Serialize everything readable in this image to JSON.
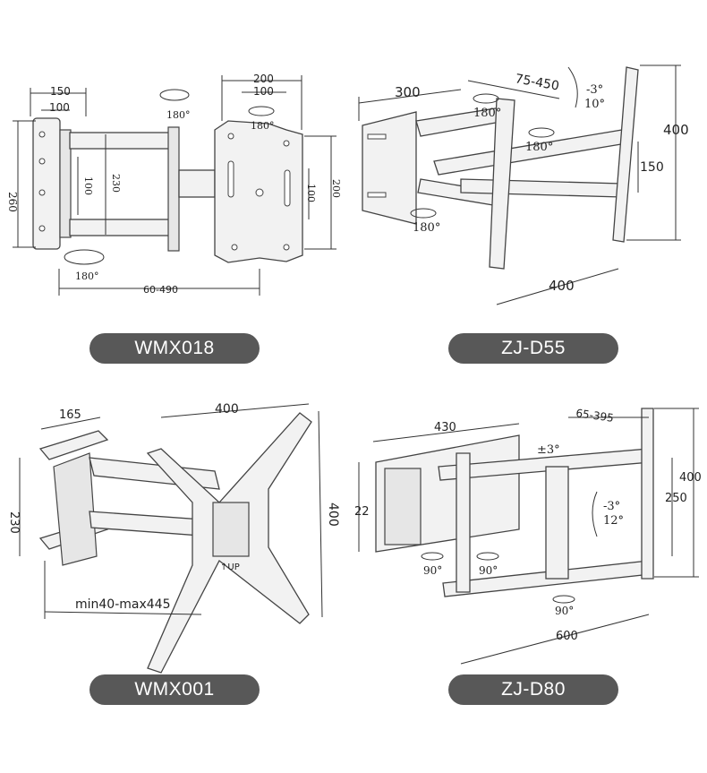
{
  "products": [
    {
      "model": "WMX018",
      "dims": {
        "d150": "150",
        "d100a": "100",
        "d260": "260",
        "d100b": "100",
        "d230": "230",
        "rot1": "180°",
        "rot2": "180°",
        "rot3": "180°",
        "d200top": "200",
        "d100top": "100",
        "d100side": "100",
        "d200side": "200",
        "reach": "60-490"
      }
    },
    {
      "model": "ZJ-D55",
      "dims": {
        "d300": "300",
        "reach": "75-450",
        "tiltUp": "-3°",
        "tiltDown": "10°",
        "rot1": "180°",
        "rot2": "180°",
        "rot3": "180°",
        "d400h": "400",
        "d150": "150",
        "d400w": "400"
      }
    },
    {
      "model": "WMX001",
      "dims": {
        "d165": "165",
        "d400w": "400",
        "d230": "230",
        "d400h": "400",
        "reach": "min40-max445",
        "up": "↑UP"
      }
    },
    {
      "model": "ZJ-D80",
      "dims": {
        "d430": "430",
        "reach": "65-395",
        "swivel": "±3°",
        "tiltUp": "-3°",
        "tiltDown": "12°",
        "d400": "400",
        "d250": "250",
        "d22": "22",
        "rot1": "90°",
        "rot2": "90°",
        "rot3": "90°",
        "d600": "600"
      }
    }
  ]
}
